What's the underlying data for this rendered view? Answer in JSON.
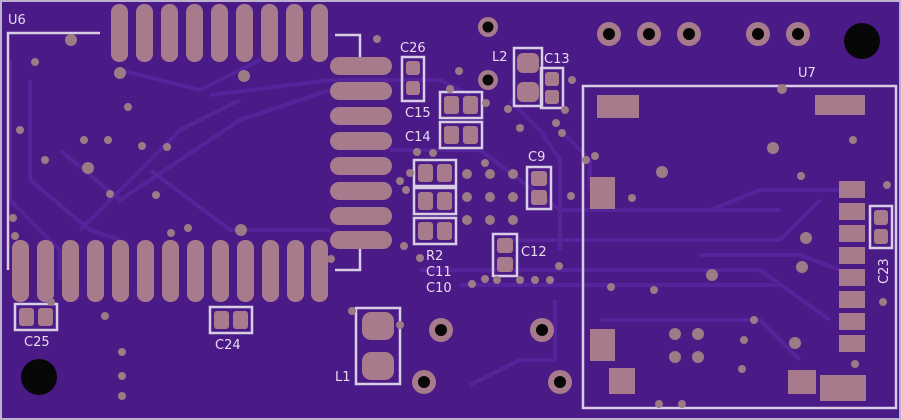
{
  "board": {
    "colors": {
      "substrate": "#4a1a86",
      "copper_trace": "#55249a",
      "pad": "#a77b8c",
      "silkscreen": "#d9cde6",
      "via_ring": "#9c7a86",
      "drill": "#070707"
    },
    "labels": {
      "u6": "U6",
      "u7": "U7",
      "c26": "C26",
      "l2": "L2",
      "c13": "C13",
      "c15": "C15",
      "c14": "C14",
      "c9": "C9",
      "r2": "R2",
      "c11": "C11",
      "c10": "C10",
      "c12": "C12",
      "c25": "C25",
      "c24": "C24",
      "l1": "L1",
      "c23": "C23"
    }
  }
}
